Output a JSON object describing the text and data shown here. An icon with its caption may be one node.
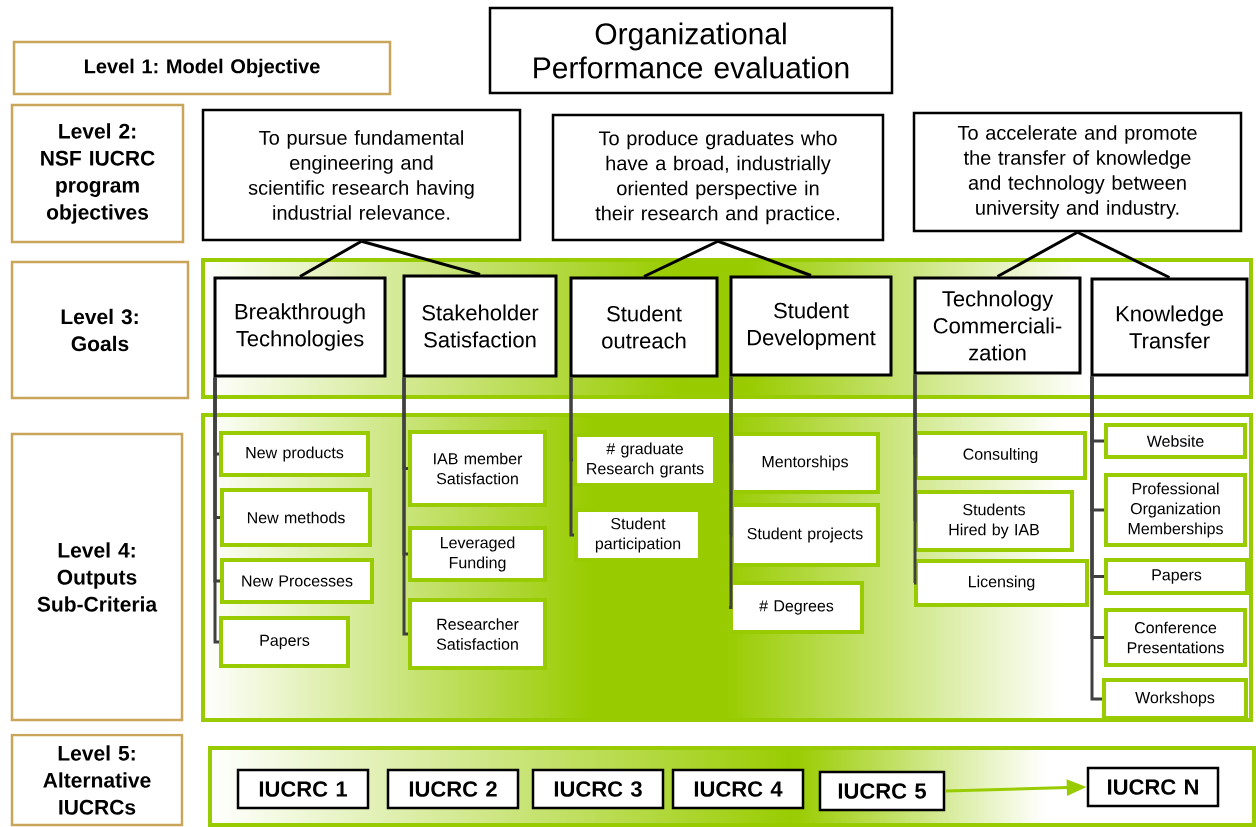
{
  "diagram": {
    "nodes": [
      {
        "text": [
          "Organizational Performance evaluation"
        ]
      },
      {
        "text": [
          "Level 1: Model Objective"
        ]
      },
      {
        "text": [
          "Level 2: NSF IUCRC program objectives"
        ]
      },
      {
        "text": [
          "Level 3: Goals"
        ]
      },
      {
        "text": [
          "Level 4: Outputs Sub-Criteria"
        ]
      },
      {
        "text": [
          "Level 5: Alternative IUCRCs"
        ]
      },
      {
        "text": [
          "To pursue fundamental engineering and scientific research having industrial relevance."
        ]
      },
      {
        "text": [
          "To produce graduates who have a broad, industrially oriented perspective in their research and practice."
        ]
      },
      {
        "text": [
          "To accelerate and promote the transfer of knowledge and technology between university and industry."
        ]
      },
      {
        "text": [],
        "shape": "box"
      },
      {
        "text": [
          "Breakthrough Technologies"
        ],
        "in": 9
      },
      {
        "text": [
          "Stakeholder Satisfaction"
        ],
        "in": 9
      },
      {
        "text": [
          "Student outreach"
        ],
        "in": 9
      },
      {
        "text": [
          "Student Development"
        ],
        "in": 9
      },
      {
        "text": [
          "Technology Commerciali- zation"
        ],
        "in": 9
      },
      {
        "text": [
          "Knowledge Transfer"
        ],
        "in": 9
      },
      {
        "text": [],
        "shape": "box"
      },
      {
        "text": [
          "New products"
        ],
        "in": 16
      },
      {
        "text": [
          "New methods"
        ],
        "in": 16
      },
      {
        "text": [
          "New Processes"
        ],
        "in": 16
      },
      {
        "text": [
          "Papers"
        ],
        "in": 16
      },
      {
        "text": [
          "IAB member Satisfaction"
        ],
        "in": 16
      },
      {
        "text": [
          "Leveraged Funding"
        ],
        "in": 16
      },
      {
        "text": [
          "Researcher Satisfaction"
        ],
        "in": 16
      },
      {
        "text": [
          "# graduate Research grants"
        ],
        "in": 16
      },
      {
        "text": [
          "Student participation"
        ],
        "in": 16
      },
      {
        "text": [
          "Mentorships"
        ],
        "in": 16
      },
      {
        "text": [
          "Student projects"
        ],
        "in": 16
      },
      {
        "text": [
          "# Degrees"
        ],
        "in": 16
      },
      {
        "text": [
          "Consulting"
        ],
        "in": 16
      },
      {
        "text": [
          "Students Hired by IAB"
        ],
        "in": 16
      },
      {
        "text": [
          "Licensing"
        ],
        "in": 16
      },
      {
        "text": [
          "Website"
        ],
        "in": 16
      },
      {
        "text": [
          "Professional Organization Memberships"
        ],
        "in": 16
      },
      {
        "text": [
          "Papers"
        ],
        "in": 16
      },
      {
        "text": [
          "Conference Presentations"
        ],
        "in": 16
      },
      {
        "text": [
          "Workshops"
        ],
        "in": 16
      },
      {
        "text": [],
        "shape": "box"
      },
      {
        "text": [
          "IUCRC 1"
        ],
        "in": 37
      },
      {
        "text": [
          "IUCRC 2"
        ],
        "in": 37
      },
      {
        "text": [
          "IUCRC 3"
        ],
        "in": 37
      },
      {
        "text": [
          "IUCRC 4"
        ],
        "in": 37
      },
      {
        "text": [
          "IUCRC 5"
        ],
        "in": 37
      },
      {
        "text": [
          "IUCRC N"
        ],
        "in": 37
      }
    ],
    "edges": [
      {
        "from": 6,
        "to": 10,
        "arrow": "none",
        "color": "#000000"
      },
      {
        "from": 6,
        "to": 11,
        "arrow": "none",
        "color": "#000000"
      },
      {
        "from": 7,
        "to": 12,
        "arrow": "none",
        "color": "#000000"
      },
      {
        "from": 7,
        "to": 13,
        "arrow": "none",
        "color": "#000000"
      },
      {
        "from": 8,
        "to": 14,
        "arrow": "none",
        "color": "#000000"
      },
      {
        "from": 8,
        "to": 15,
        "arrow": "none",
        "color": "#000000"
      },
      {
        "from": 10,
        "to": 17,
        "arrow": "none"
      },
      {
        "from": 10,
        "to": 18,
        "arrow": "none"
      },
      {
        "from": 10,
        "to": 19,
        "arrow": "none"
      },
      {
        "from": 10,
        "to": 20,
        "arrow": "none"
      },
      {
        "from": 11,
        "to": 21,
        "arrow": "none"
      },
      {
        "from": 11,
        "to": 22,
        "arrow": "none"
      },
      {
        "from": 11,
        "to": 23,
        "arrow": "none"
      },
      {
        "from": 12,
        "to": 24,
        "arrow": "none"
      },
      {
        "from": 12,
        "to": 25,
        "arrow": "none"
      },
      {
        "from": 13,
        "to": 26,
        "arrow": "none"
      },
      {
        "from": 13,
        "to": 27,
        "arrow": "none"
      },
      {
        "from": 13,
        "to": 28,
        "arrow": "none"
      },
      {
        "from": 14,
        "to": 29,
        "arrow": "none"
      },
      {
        "from": 14,
        "to": 30,
        "arrow": "none"
      },
      {
        "from": 14,
        "to": 31,
        "arrow": "none"
      },
      {
        "from": 15,
        "to": 32,
        "arrow": "none"
      },
      {
        "from": 15,
        "to": 33,
        "arrow": "none"
      },
      {
        "from": 15,
        "to": 34,
        "arrow": "none"
      },
      {
        "from": 15,
        "to": 35,
        "arrow": "none"
      },
      {
        "from": 15,
        "to": 36,
        "arrow": "none"
      },
      {
        "from": 42,
        "to": 43,
        "arrow": "to",
        "color": "#99cc00"
      }
    ]
  }
}
